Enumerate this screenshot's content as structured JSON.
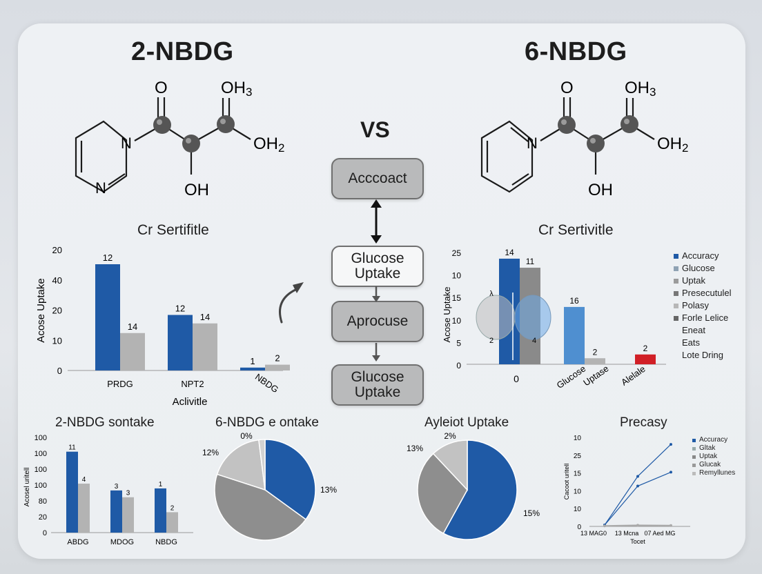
{
  "titles": {
    "left": "2-NBDG",
    "right": "6-NBDG",
    "vs": "VS",
    "left_sub": "Cr Sertifitle",
    "right_sub": "Cr Sertivitle"
  },
  "molecule_left": {
    "o_top": "O",
    "oh3": "OH3",
    "oh2": "OH2",
    "oh": "OH",
    "n1": "N",
    "n2": "N"
  },
  "molecule_right": {
    "o_top": "O",
    "oh3": "OH3",
    "oh2": "OH2",
    "oh": "OH",
    "n1": "N"
  },
  "flow": {
    "box1": "Acccoact",
    "box2": "Glucose Uptake",
    "box3": "Aprocuse",
    "box4": "Glucose Uptake"
  },
  "colors": {
    "blue": "#1f5aa6",
    "gray": "#b3b3b3",
    "dark_gray": "#8a8a8a",
    "light_blue": "#4f8fd0",
    "red": "#d11f26"
  },
  "chart_data": [
    {
      "id": "left_bar",
      "type": "bar",
      "title": "",
      "xlabel": "Aclivitle",
      "ylabel": "Acose Uptake",
      "y_ticks": [
        "20",
        "40",
        "20",
        "10",
        "0"
      ],
      "categories": [
        "PRDG",
        "NPT2",
        "NBDG"
      ],
      "series": [
        {
          "values": [
            44,
            23,
            1.2
          ],
          "labels": [
            "12",
            "12",
            "1"
          ]
        },
        {
          "values": [
            15.5,
            19.5,
            2.4
          ],
          "labels": [
            "14",
            "14",
            "2"
          ]
        }
      ]
    },
    {
      "id": "right_bar",
      "type": "bar",
      "ylabel": "Acose Uptake",
      "y_ticks": [
        "25",
        "10",
        "15",
        "10",
        "5",
        "0"
      ],
      "categories": [
        "0",
        "Glucose",
        "Uptase",
        "Alelale"
      ],
      "bars": [
        {
          "value": 14,
          "label": "14",
          "color": "blue"
        },
        {
          "value": 12.8,
          "label": "11",
          "color": "dark_gray"
        },
        {
          "value": 7.6,
          "label": "16",
          "color": "light_blue"
        },
        {
          "value": 0.8,
          "label": "2",
          "color": "gray"
        },
        {
          "value": 1.3,
          "label": "2",
          "color": "red"
        }
      ],
      "inset_labels": [
        "λ",
        "2",
        "4"
      ],
      "legend": [
        "Accuracy",
        "Glucose",
        "Uptak",
        "Presecutulel",
        "Polasy",
        "Forle Lelice",
        "Eneat",
        "Eats",
        "Lote Dring"
      ]
    },
    {
      "id": "small_bar",
      "type": "bar",
      "title": "2-NBDG sontake",
      "ylabel": "Acosel uritell",
      "y_ticks": [
        "100",
        "100",
        "100",
        "100",
        "80",
        "20",
        "0"
      ],
      "categories": [
        "ABDG",
        "MDOG",
        "NBDG"
      ],
      "series": [
        {
          "values": [
            119,
            62,
            65
          ],
          "labels": [
            "11",
            "3",
            "1"
          ]
        },
        {
          "values": [
            72,
            52,
            30
          ],
          "labels": [
            "4",
            "3",
            "2"
          ]
        }
      ]
    },
    {
      "id": "pie_left",
      "type": "pie",
      "title": "6-NBDG e ontake",
      "slices": [
        {
          "value": 35,
          "label": "13%",
          "color": "blue"
        },
        {
          "value": 45,
          "label": "",
          "color": "dark_gray"
        },
        {
          "value": 18,
          "label": "12%",
          "color": "gray"
        },
        {
          "value": 2,
          "label": "0%",
          "color": "gray"
        }
      ]
    },
    {
      "id": "pie_right",
      "type": "pie",
      "title": "Ayleiot Uptake",
      "slices": [
        {
          "value": 58,
          "label": "15%",
          "color": "blue"
        },
        {
          "value": 30,
          "label": "13%",
          "color": "dark_gray"
        },
        {
          "value": 12,
          "label": "2%",
          "color": "gray"
        }
      ]
    },
    {
      "id": "precasy_line",
      "type": "line",
      "title": "Precasy",
      "ylabel": "Cacoot uritell",
      "xlabel": "Tocet",
      "y_ticks": [
        "10",
        "25",
        "15",
        "10",
        "10",
        "0"
      ],
      "x_ticks": [
        "13 MAG0",
        "13 Mcna",
        "07 Aed MG"
      ],
      "series": [
        {
          "values": [
            0.5,
            18,
            29.5
          ],
          "color": "blue"
        },
        {
          "values": [
            0.5,
            14.5,
            19.5
          ],
          "color": "blue"
        },
        {
          "values": [
            0.2,
            0.4,
            0.3
          ],
          "color": "gray"
        }
      ],
      "ylim": [
        0,
        32
      ],
      "legend": [
        "Accuracy",
        "Gltak",
        "Uptak",
        "Glucak",
        "Remyllunes"
      ]
    }
  ]
}
